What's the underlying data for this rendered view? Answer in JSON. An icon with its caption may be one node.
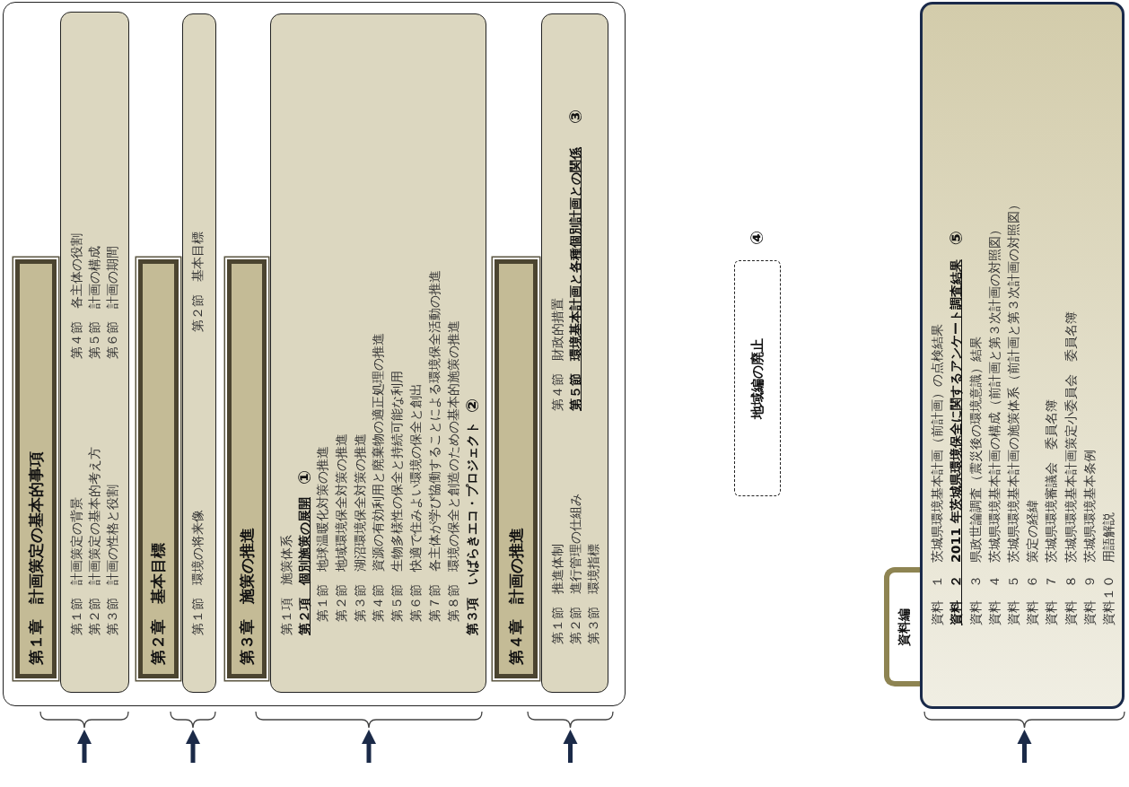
{
  "diagram": {
    "nodes": [
      {
        "text": [],
        "shape": "box"
      },
      {
        "text": [
          "第１章　計画策定の基本的事項"
        ],
        "in": 0
      },
      {
        "text": [
          "第１節　計画策定の背景",
          "第２節　計画策定の基本的考え方",
          "第３節　計画の性格と役割",
          "第４節　各主体の役割",
          "第５節　計画の構成",
          "第６節　計画の期間"
        ],
        "in": 0
      },
      {
        "text": [
          "第２章　基本目標"
        ],
        "in": 0
      },
      {
        "text": [
          "第１節　環境の将来像",
          "第２節　基本目標"
        ],
        "in": 0
      },
      {
        "text": [
          "第３章　施策の推進"
        ],
        "in": 0
      },
      {
        "text": [
          "第１項　施策体系",
          "第２項　個別施策の展開",
          "①",
          "第１節　地球温暖化対策の推進",
          "第２節　地域環境保全対策の推進",
          "第３節　湖沼環境保全対策の推進",
          "第４節　資源の有効利用と廃棄物の適正処理の推進",
          "第５節　生物多様性の保全と持続可能な利用",
          "第６節　快適で住みよい環境の保全と創出",
          "第７節　各主体が学び協働することによる環境保全活動の推進",
          "第８節　環境の保全と創造のための基本的施策の推進",
          "第３項　いばらきエコ・プロジェクト",
          "②"
        ],
        "in": 0
      },
      {
        "text": [
          "第４章　計画の推進"
        ],
        "in": 0
      },
      {
        "text": [
          "第１節　推進体制",
          "第２節　進行管理の仕組み",
          "第３節　環境指標",
          "第４節　財政的措置",
          "第５節　環境基本計画と各種個別計画との関係",
          "③"
        ],
        "in": 0
      },
      {
        "text": [
          "地域編の廃止"
        ]
      },
      {
        "text": [
          "資料編"
        ]
      },
      {
        "text": [
          "資料　１　茨城県環境基本計画（前計画）の点検結果",
          "資料　２　2011 年茨城県環境保全に関するアンケート調査結果",
          "⑤",
          "資料　３　県政世論調査（震災後の環境意識）結果",
          "資料　４　茨城県環境基本計画の構成（前計画と第３次計画の対照図）",
          "資料　５　茨城県環境基本計画の施策体系（前計画と第３次計画の対照図）",
          "資料　６　策定の経緯",
          "資料　７　茨城県環境審議会　委員名簿",
          "資料　８　茨城県環境基本計画策定小委員会　委員名簿",
          "資料　９　茨城県環境基本条例",
          "資料１０　用語解説"
        ]
      }
    ],
    "labels": [
      "④"
    ]
  }
}
